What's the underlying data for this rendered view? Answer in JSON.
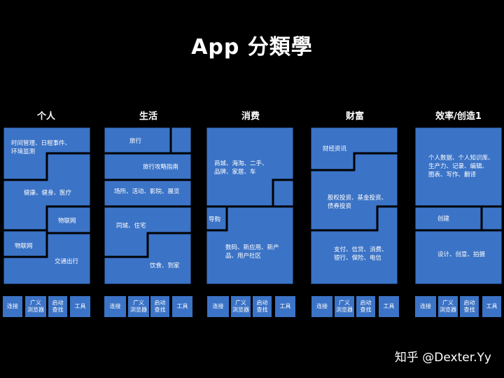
{
  "title": "App 分類學",
  "colors": {
    "block": "#3b73c6",
    "background": "#000000",
    "text": "#ffffff"
  },
  "columns": [
    {
      "heading": "个人",
      "labels": [
        "时间管理、日程事件、\n环境监测",
        "健康、健身、医疗",
        "物联网",
        "物联网",
        "交通出行"
      ],
      "base": [
        "连接",
        "广义\n浏览器",
        "启动\n查找",
        "工具"
      ]
    },
    {
      "heading": "生活",
      "labels": [
        "旅行",
        "旅行攻略指南",
        "场所、活动、影院、展览",
        "同城、住宅",
        "饮食、到家"
      ],
      "base": [
        "连接",
        "广义\n浏览器",
        "启动\n查找",
        "工具"
      ]
    },
    {
      "heading": "消费",
      "labels": [
        "商城、海淘、二手、\n品牌、家居、车",
        "导购",
        "数码、新应用、新产\n品、用户社区"
      ],
      "base": [
        "连接",
        "广义\n浏览器",
        "启动\n查找",
        "工具"
      ]
    },
    {
      "heading": "财富",
      "labels": [
        "财经资讯",
        "股权投资、基金投资、\n债券投资",
        "支付、信贷、消费、\n银行、保险、电信"
      ],
      "base": [
        "连接",
        "广义\n浏览器",
        "启动\n查找",
        "工具"
      ]
    },
    {
      "heading": "效率/创造1",
      "labels": [
        "个人数据、个人知识库、\n生产力、记录、编辑、\n图表、写作、翻译",
        "创建",
        "设计、创意、拍摄"
      ],
      "base": [
        "连接",
        "广义\n浏览器",
        "启动\n查找",
        "工具"
      ]
    }
  ],
  "watermark": "知乎 @Dexter.Yy"
}
